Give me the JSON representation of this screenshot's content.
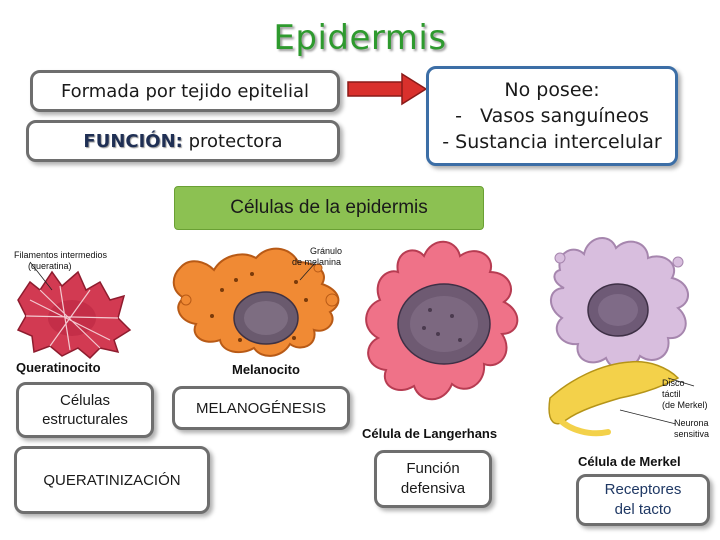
{
  "title": "Epidermis",
  "formada": "Formada por tejido epitelial",
  "funcion": {
    "label": "FUNCIÓN:",
    "value": " protectora"
  },
  "no_posee": {
    "heading": "No posee:",
    "items": [
      "-   Vasos sanguíneos",
      "- Sustancia intercelular"
    ]
  },
  "celulas_header": "Células de la epidermis",
  "cells": {
    "queratinocito": {
      "name": "Queratinocito",
      "annotation_line1": "Filamentos intermedios",
      "annotation_line2": "(queratina)",
      "box1_line1": "Células",
      "box1_line2": "estructurales",
      "box2": "QUERATINIZACIÓN"
    },
    "melanocito": {
      "name": "Melanocito",
      "annotation_line1": "Gránulo",
      "annotation_line2": "de melanina",
      "box": "MELANOGÉNESIS"
    },
    "langerhans": {
      "name": "Célula de Langerhans",
      "box_line1": "Función",
      "box_line2": "defensiva"
    },
    "merkel": {
      "name": "Célula de Merkel",
      "annotation1_line1": "Disco",
      "annotation1_line2": "táctil",
      "annotation1_line3": "(de Merkel)",
      "annotation2_line1": "Neurona",
      "annotation2_line2": "sensitiva",
      "box_line1": "Receptores",
      "box_line2": "del tacto"
    }
  },
  "colors": {
    "title": "#2e9a2e",
    "header_bg": "#8cc152",
    "arrow": "#d9302c",
    "box_border": "#6e6e6e",
    "receptor_text": "#1f3864"
  }
}
